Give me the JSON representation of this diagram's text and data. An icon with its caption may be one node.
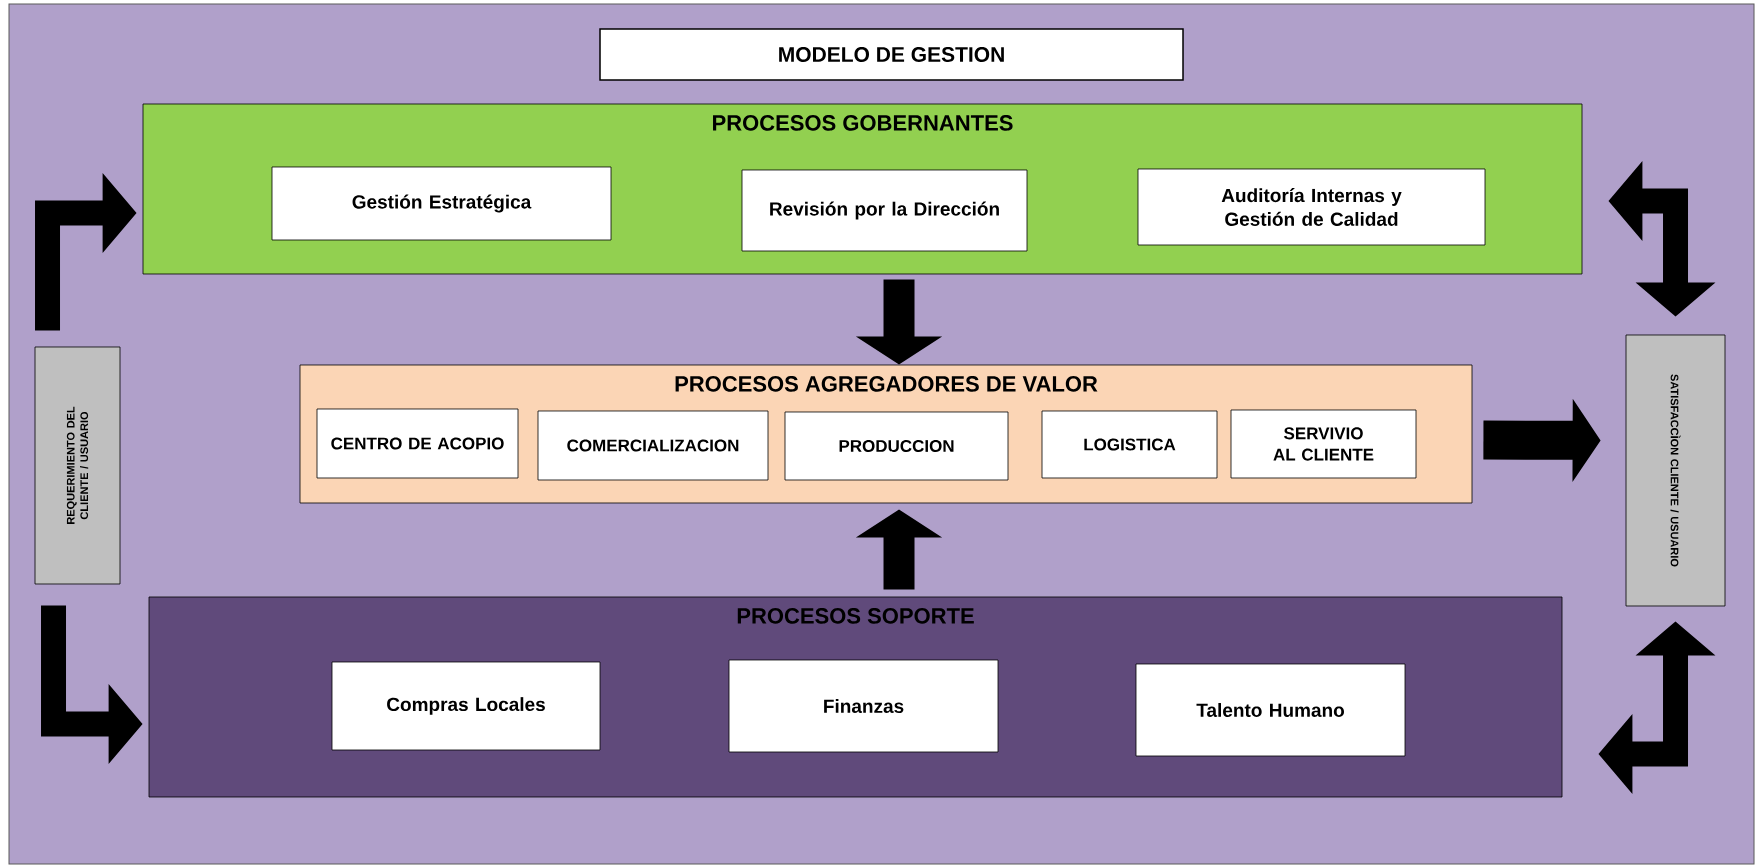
{
  "diagram": {
    "title": "MODELO DE GESTION",
    "nodes": [
      {
        "text": [
          "PROCESOS  GOBERNANTES"
        ]
      },
      {
        "text": [
          "Gestión Estratégica"
        ],
        "in": 0
      },
      {
        "text": [
          "Revisión por la Dirección"
        ],
        "in": 0
      },
      {
        "text": [
          "Auditoría Internas  y Gestión de  Calidad"
        ],
        "in": 0
      },
      {
        "text": [
          "PROCESOS  AGREGADORES  DE  VALOR"
        ]
      },
      {
        "text": [
          "CENTRO DE ACOPIO"
        ],
        "in": 4
      },
      {
        "text": [
          "COMERCIALIZACION"
        ],
        "in": 4
      },
      {
        "text": [
          "PRODUCCION"
        ],
        "in": 4
      },
      {
        "text": [
          "LOGISTICA"
        ],
        "in": 4
      },
      {
        "text": [
          "SERVIVIO AL CLIENTE"
        ],
        "in": 4
      },
      {
        "text": [
          "PROCESOS  SOPORTE"
        ]
      },
      {
        "text": [
          "Compras  Locales"
        ],
        "in": 10
      },
      {
        "text": [
          "Finanzas"
        ],
        "in": 10
      },
      {
        "text": [
          "Talento Humano"
        ],
        "in": 10
      },
      {
        "text": [
          "REQUERIMIENTO  DEL  CLIENTE  / USUARIO"
        ]
      },
      {
        "text": [
          "SATISFACCÌON  CLIENTE  / USUARIO"
        ]
      }
    ],
    "edges": [
      {
        "from": 14,
        "to": 0,
        "arrow": "to"
      },
      {
        "from": 14,
        "to": 10,
        "arrow": "to"
      },
      {
        "from": 0,
        "to": 4,
        "arrow": "to"
      },
      {
        "from": 10,
        "to": 4,
        "arrow": "to"
      },
      {
        "from": 4,
        "to": 15,
        "arrow": "to"
      },
      {
        "from": 0,
        "to": 15,
        "arrow": "both"
      },
      {
        "from": 10,
        "to": 15,
        "arrow": "both"
      }
    ]
  }
}
